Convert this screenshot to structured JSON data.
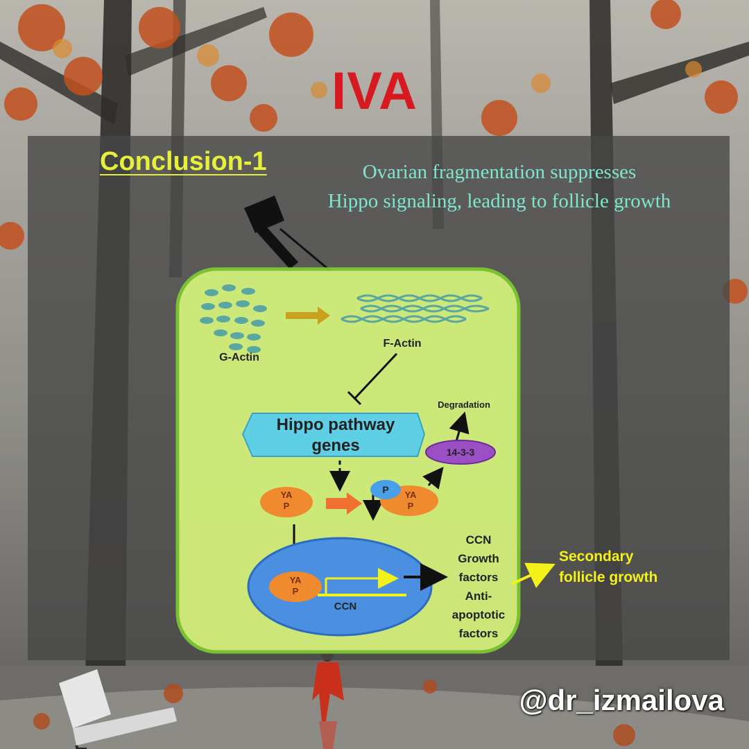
{
  "header": {
    "title": "IVA"
  },
  "slide": {
    "heading": "Conclusion-1",
    "subtitle_line1": "Ovarian fragmentation suppresses",
    "subtitle_line2": "Hippo signaling, leading to follicle growth"
  },
  "diagram": {
    "g_actin": "G-Actin",
    "f_actin": "F-Actin",
    "hippo_line1": "Hippo pathway",
    "hippo_line2": "genes",
    "degradation": "Degradation",
    "protein_1433": "14-3-3",
    "phospho": "P",
    "yap_top": "YA",
    "yap_bottom": "P",
    "ccn_gene": "CCN",
    "outputs": {
      "ccn": "CCN",
      "growth_line1": "Growth",
      "growth_line2": "factors",
      "anti_line1": "Anti-",
      "anti_line2": "apoptotic",
      "anti_line3": "factors"
    },
    "result_line1": "Secondary",
    "result_line2": "follicle growth"
  },
  "footer": {
    "handle": "@dr_izmailova"
  },
  "colors": {
    "title_red": "#d71920",
    "heading_yellow": "#e6ef3a",
    "subtitle_teal": "#7fe6cf",
    "panel_green": "#d3f07a",
    "hexagon_cyan": "#5fcfe6",
    "yap_orange": "#f08a2e",
    "purple": "#9b4fc4",
    "nucleus_blue": "#4a8fe0",
    "result_yellow": "#f2f21a"
  }
}
